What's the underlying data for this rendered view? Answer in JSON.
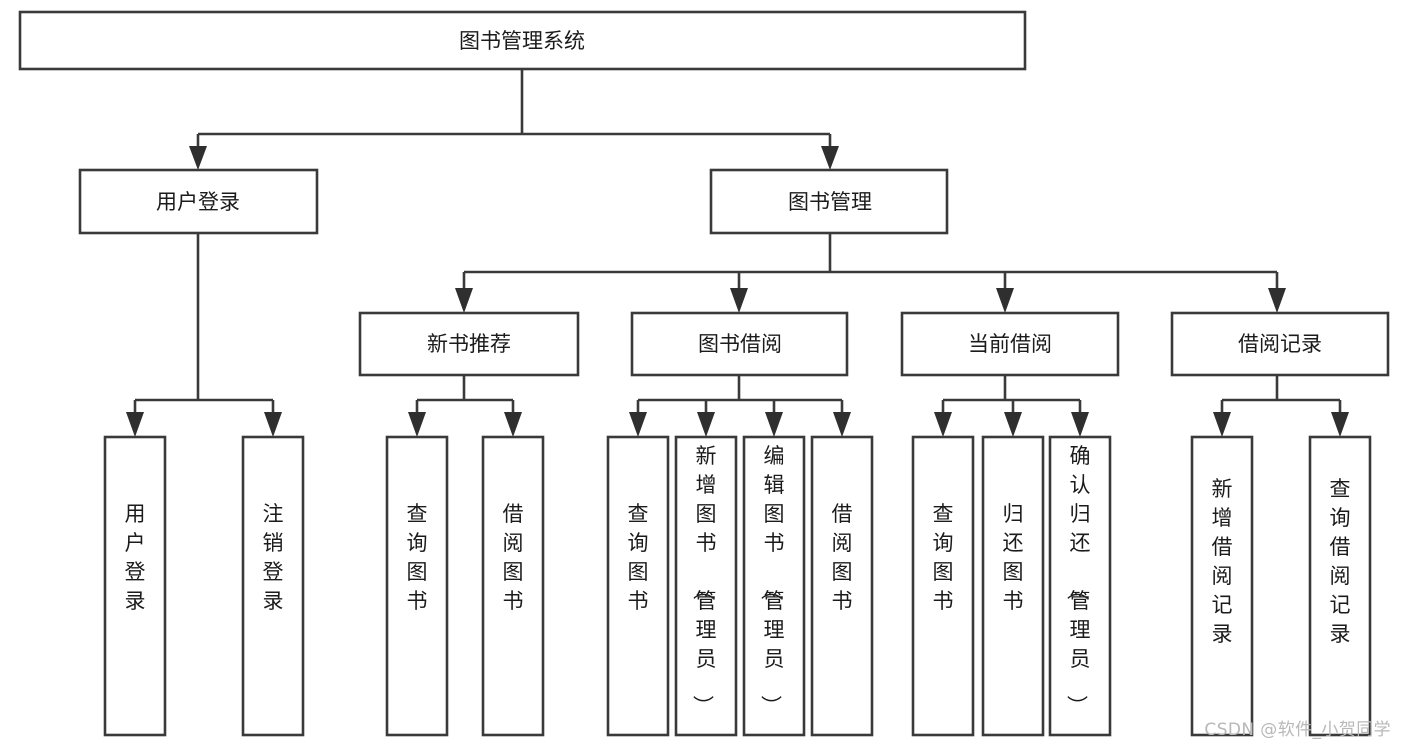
{
  "diagram": {
    "title": "图书管理系统",
    "watermark": "CSDN @软件_小贺同学",
    "root": {
      "id": "root",
      "label": "图书管理系统"
    },
    "level2": [
      {
        "id": "user-login",
        "label": "用户登录"
      },
      {
        "id": "book-management",
        "label": "图书管理"
      }
    ],
    "level3": [
      {
        "id": "new-book-recommend",
        "label": "新书推荐",
        "parent": "book-management"
      },
      {
        "id": "book-borrow",
        "label": "图书借阅",
        "parent": "book-management"
      },
      {
        "id": "current-borrow",
        "label": "当前借阅",
        "parent": "book-management"
      },
      {
        "id": "borrow-record",
        "label": "借阅记录",
        "parent": "book-management"
      }
    ],
    "leaves": [
      {
        "id": "leaf-user-login",
        "label": "用户登录",
        "parent": "user-login"
      },
      {
        "id": "leaf-logout-login",
        "label": "注销登录",
        "parent": "user-login"
      },
      {
        "id": "leaf-query-book-1",
        "label": "查询图书",
        "parent": "new-book-recommend"
      },
      {
        "id": "leaf-borrow-book-1",
        "label": "借阅图书",
        "parent": "new-book-recommend"
      },
      {
        "id": "leaf-query-book-2",
        "label": "查询图书",
        "parent": "book-borrow"
      },
      {
        "id": "leaf-add-book",
        "label": "新增图书（管理员）",
        "parent": "book-borrow"
      },
      {
        "id": "leaf-edit-book",
        "label": "编辑图书（管理员）",
        "parent": "book-borrow"
      },
      {
        "id": "leaf-borrow-book-2",
        "label": "借阅图书",
        "parent": "book-borrow"
      },
      {
        "id": "leaf-query-book-3",
        "label": "查询图书",
        "parent": "current-borrow"
      },
      {
        "id": "leaf-return-book",
        "label": "归还图书",
        "parent": "current-borrow"
      },
      {
        "id": "leaf-confirm-return",
        "label": "确认归还（管理员）",
        "parent": "current-borrow"
      },
      {
        "id": "leaf-add-record",
        "label": "新增借阅记录",
        "parent": "borrow-record"
      },
      {
        "id": "leaf-query-record",
        "label": "查询借阅记录",
        "parent": "borrow-record"
      }
    ],
    "colors": {
      "stroke": "#3a3a3a",
      "arrow": "#2f2f2f",
      "box_fill": "#ffffff",
      "text": "#1b1b1b",
      "watermark": "#b8b8b8",
      "background": "#ffffff"
    }
  }
}
